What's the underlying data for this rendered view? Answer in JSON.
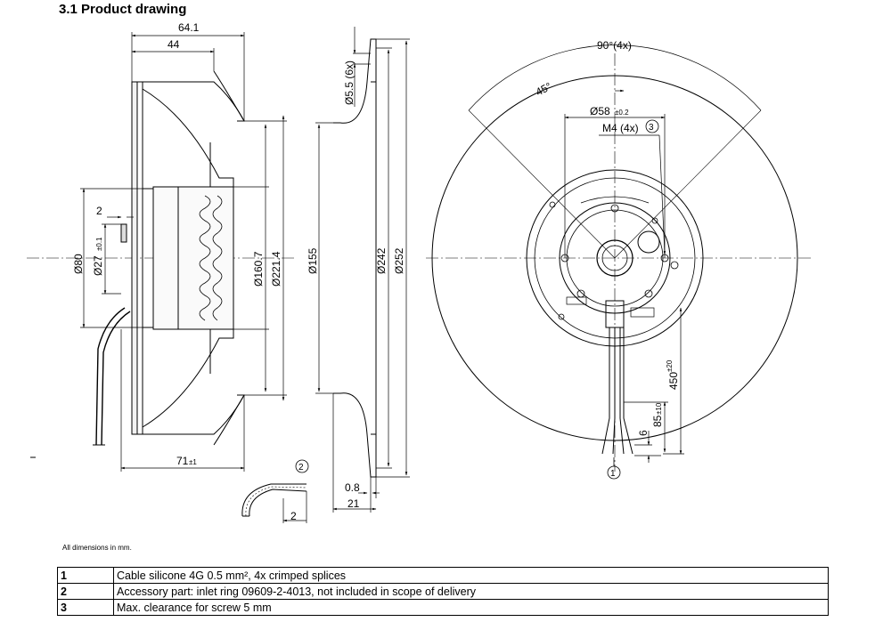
{
  "heading": "3.1 Product drawing",
  "dimensions": {
    "side_width": "64.1",
    "side_inner": "44",
    "side_base": "71",
    "side_base_tol": "±1",
    "d80": "Ø80",
    "d27": "Ø27",
    "d27_tol": "±0.1",
    "two_a": "2",
    "d160": "Ø160.7",
    "d221": "Ø221.4",
    "d5_5": "Ø5.5 (6x)",
    "d155": "Ø155",
    "d242": "Ø242",
    "d252": "Ø252",
    "w08": "0.8",
    "w21": "21",
    "two_b": "2",
    "angle90": "90°(4x)",
    "angle45": "45°",
    "d58": "Ø58",
    "d58_tol": "±0.2",
    "m4": "M4 (4x)",
    "l450": "450",
    "l450_tol": "±20",
    "l85": "85",
    "l85_tol": "±10",
    "six": "6"
  },
  "callouts": {
    "c1": "1",
    "c2": "2",
    "c3": "3"
  },
  "note": "All dimensions in mm.",
  "legend": [
    {
      "num": "1",
      "text": "Cable silicone 4G 0.5 mm², 4x crimped splices"
    },
    {
      "num": "2",
      "text": "Accessory part: inlet ring 09609-2-4013, not included in scope of delivery"
    },
    {
      "num": "3",
      "text": "Max. clearance for screw 5 mm"
    }
  ]
}
